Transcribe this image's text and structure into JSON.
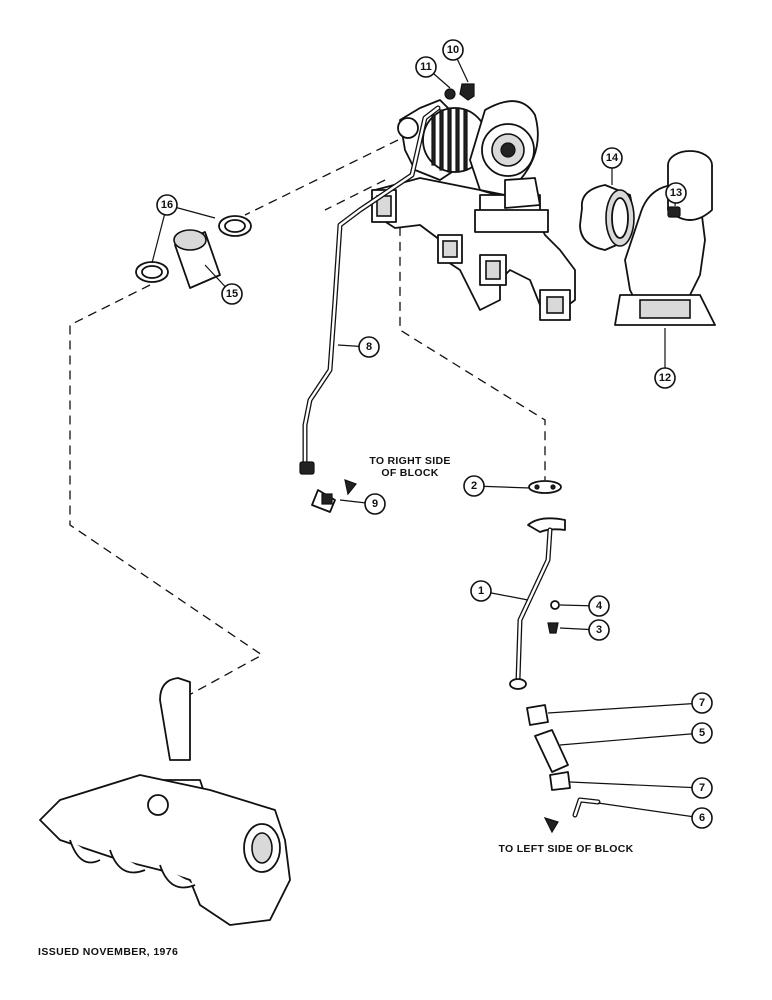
{
  "labels": {
    "to_right_side": [
      "TO RIGHT SIDE",
      "OF BLOCK"
    ],
    "to_left_side": "TO LEFT SIDE OF BLOCK",
    "issued": "ISSUED NOVEMBER, 1976"
  },
  "callouts": [
    {
      "num": "1"
    },
    {
      "num": "2"
    },
    {
      "num": "3"
    },
    {
      "num": "4"
    },
    {
      "num": "5"
    },
    {
      "num": "6"
    },
    {
      "num": "7"
    },
    {
      "num": "7"
    },
    {
      "num": "8"
    },
    {
      "num": "9"
    },
    {
      "num": "10"
    },
    {
      "num": "11"
    },
    {
      "num": "12"
    },
    {
      "num": "13"
    },
    {
      "num": "14"
    },
    {
      "num": "15"
    },
    {
      "num": "16"
    }
  ]
}
